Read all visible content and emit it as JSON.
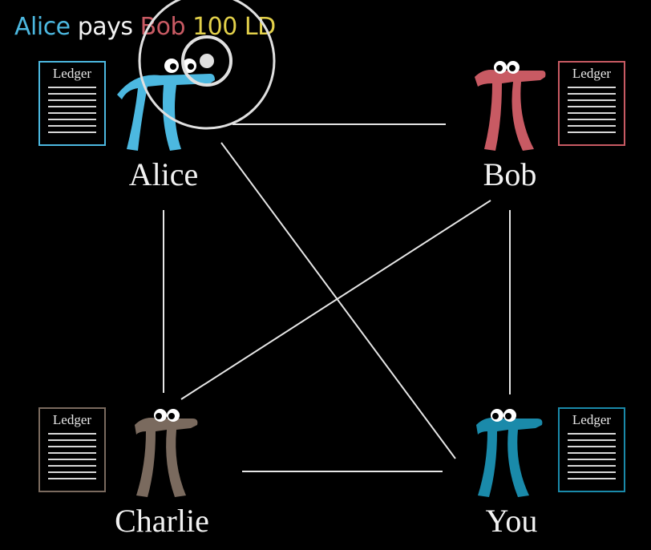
{
  "caption": {
    "alice": "Alice",
    "pays": "pays",
    "bob": "Bob",
    "amount": "100 LD"
  },
  "ledger_label": "Ledger",
  "people": {
    "alice": {
      "name": "Alice",
      "color": "#4cb8e0"
    },
    "bob": {
      "name": "Bob",
      "color": "#c85a63"
    },
    "charlie": {
      "name": "Charlie",
      "color": "#7a6a5e"
    },
    "you": {
      "name": "You",
      "color": "#1a8aaa"
    }
  },
  "colors": {
    "background": "#000000",
    "connection": "#e6e6e6",
    "amount": "#e2d04a",
    "pays": "#f2f2f2",
    "highlight_rings": "#e0e0e0"
  }
}
